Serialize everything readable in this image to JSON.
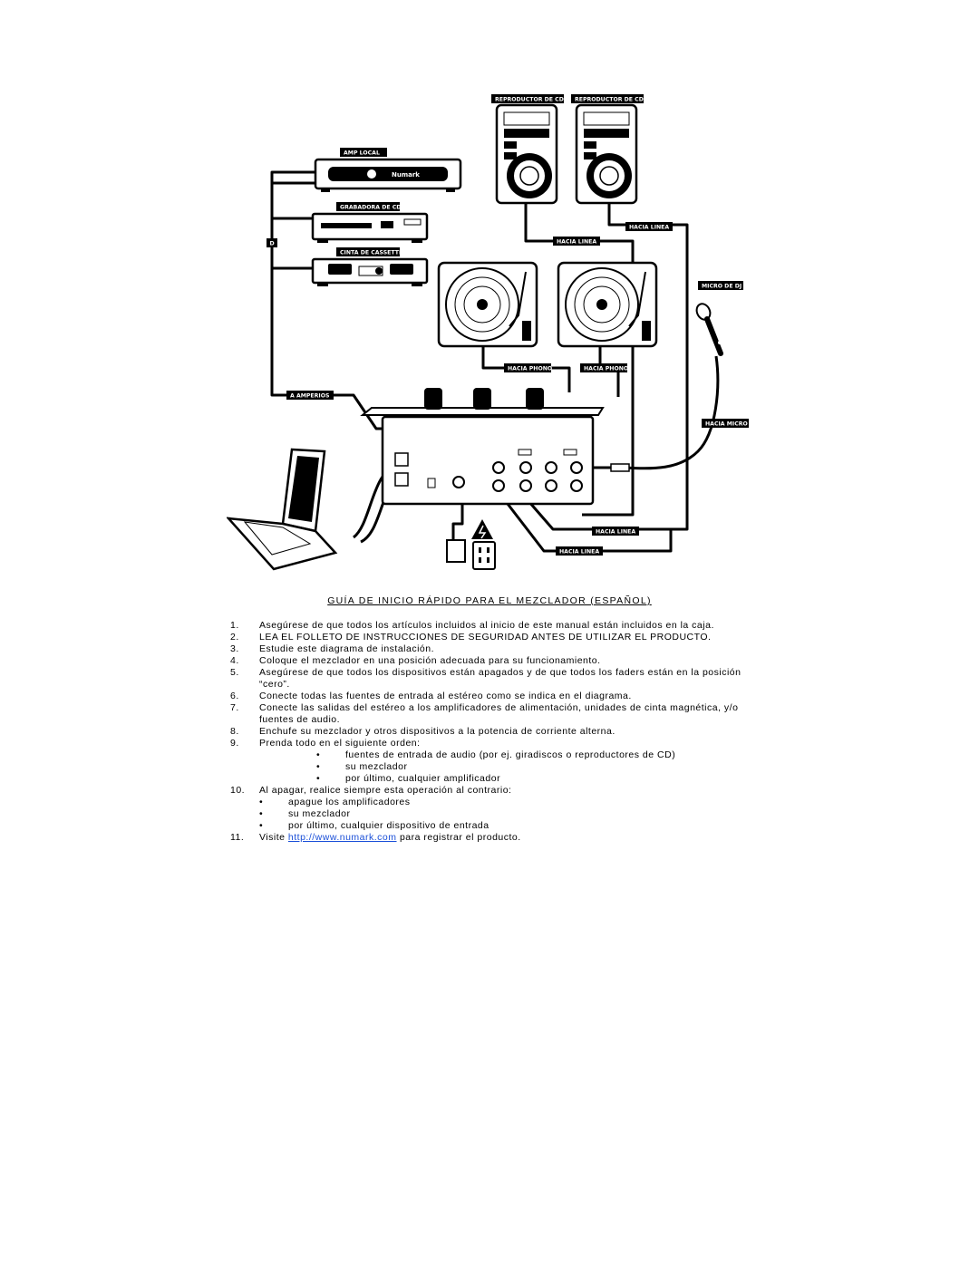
{
  "diagram": {
    "labels": {
      "cd1": "REPRODUCTOR DE CD",
      "cd2": "REPRODUCTOR DE CD",
      "amp_local": "AMP LOCAL",
      "grabadora": "GRABADORA DE CD",
      "cassette": "CINTA DE CASSETTE",
      "hacia_linea_cd2": "HACIA LINEA",
      "hacia_linea_cd1": "HACIA LINEA",
      "micro_dj": "MICRO DE DJ",
      "hacia_phono_1": "HACIA PHONO",
      "hacia_phono_2": "HACIA PHONO",
      "a_amperios": "A AMPERIOS",
      "hacia_micro": "HACIA MICRO",
      "hacia_linea_out1": "HACIA LINEA",
      "hacia_linea_out2": "HACIA LINEA",
      "d_tag": "D",
      "amp_brand": "Numark"
    }
  },
  "guide": {
    "title": "GUÍA DE INICIO RÁPIDO PARA EL MEZCLADOR (ESPAÑOL)",
    "steps": [
      {
        "num": "1.",
        "text": "Asegúrese de que todos los artículos incluidos al inicio de este manual están incluidos en la caja."
      },
      {
        "num": "2.",
        "text": "LEA EL FOLLETO DE INSTRUCCIONES DE SEGURIDAD ANTES DE UTILIZAR EL PRODUCTO."
      },
      {
        "num": "3.",
        "text": "Estudie este diagrama de instalación."
      },
      {
        "num": "4.",
        "text": "Coloque el mezclador en una posición adecuada para su funcionamiento."
      },
      {
        "num": "5.",
        "text": "Asegúrese de que todos los dispositivos están apagados y de que todos los faders están en la posición “cero”."
      },
      {
        "num": "6.",
        "text": "Conecte todas las fuentes de entrada al estéreo como se indica en el diagrama."
      },
      {
        "num": "7.",
        "text": "Conecte las salidas del estéreo a los amplificadores de alimentación, unidades de cinta magnética, y/o fuentes de audio."
      },
      {
        "num": "8.",
        "text": "Enchufe su mezclador y otros dispositivos a la potencia de corriente alterna."
      },
      {
        "num": "9.",
        "text": "Prenda todo en el siguiente orden:"
      }
    ],
    "step9_bullets": [
      "fuentes de entrada de audio (por ej. giradiscos o reproductores de CD)",
      "su mezclador",
      "por último, cualquier amplificador"
    ],
    "step10": {
      "num": "10.",
      "text": "Al apagar, realice siempre esta operación al contrario:"
    },
    "step10_bullets": [
      "apague los amplificadores",
      "su mezclador",
      "por último, cualquier dispositivo de entrada"
    ],
    "step11": {
      "num": "11.",
      "pre": "Visite ",
      "link": "http://www.numark.com",
      "post": " para registrar el producto."
    }
  }
}
